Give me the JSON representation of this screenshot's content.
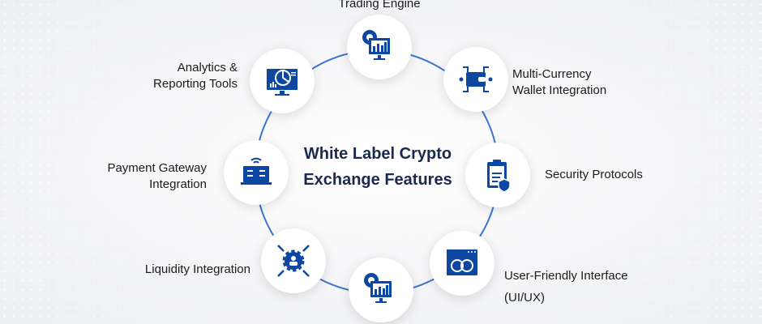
{
  "title": {
    "line1": "White Label Crypto",
    "line2": "Exchange Features"
  },
  "features": [
    {
      "lines": [
        "Trading Engine"
      ],
      "icon": "trading-engine-icon"
    },
    {
      "lines": [
        "Multi-Currency",
        "Wallet Integration"
      ],
      "icon": "wallet-icon"
    },
    {
      "lines": [
        "Security Protocols"
      ],
      "icon": "security-clipboard-icon"
    },
    {
      "lines": [
        "User-Friendly Interface",
        "(UI/UX)"
      ],
      "icon": "ui-ux-faces-icon"
    },
    {
      "lines": [],
      "icon": "trading-engine-icon"
    },
    {
      "lines": [
        "Liquidity Integration"
      ],
      "icon": "liquidity-gear-icon"
    },
    {
      "lines": [
        "Payment Gateway",
        "Integration"
      ],
      "icon": "payment-gateway-icon"
    },
    {
      "lines": [
        "Analytics &",
        "Reporting Tools"
      ],
      "icon": "analytics-icon"
    }
  ],
  "colors": {
    "icon": "#0d47a1",
    "ring": "#2f6bc4",
    "title": "#1a2a4f"
  }
}
